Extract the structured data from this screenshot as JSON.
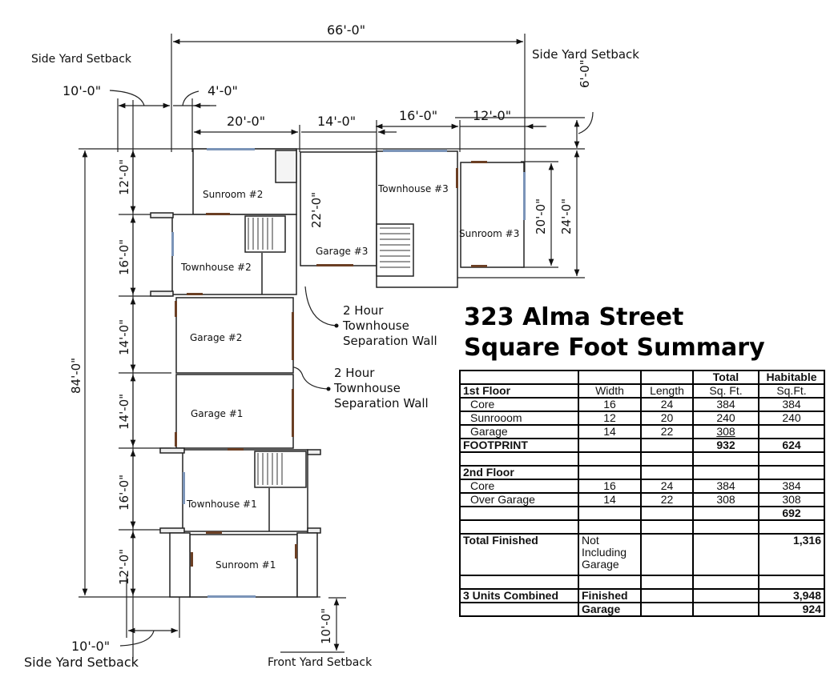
{
  "plan": {
    "dimensions": {
      "overall_width": "66'-0\"",
      "left_setback": "10'-0\"",
      "offset_4": "4'-0\"",
      "sunroom2_width": "20'-0\"",
      "garage3_width": "14'-0\"",
      "townhouse3_width": "16'-0\"",
      "sunroom3_width": "12'-0\"",
      "top_offset": "6'-0\"",
      "garage3_depth": "22'-0\"",
      "sunroom3_depth": "20'-0\"",
      "townhouse3_depth": "24'-0\"",
      "overall_depth": "84'-0\"",
      "left_chain": [
        "12'-0\"",
        "16'-0\"",
        "14'-0\"",
        "14'-0\"",
        "16'-0\"",
        "12'-0\""
      ],
      "bottom_setback": "10'-0\"",
      "front_setback": "10'-0\""
    },
    "labels": {
      "side_yard_top_left": "Side Yard Setback",
      "side_yard_top_right": "Side Yard Setback",
      "side_yard_bottom": "Side Yard Setback",
      "front_yard": "Front Yard Setback"
    },
    "rooms": {
      "sunroom2": "Sunroom #2",
      "townhouse2": "Townhouse #2",
      "garage3": "Garage #3",
      "townhouse3": "Townhouse #3",
      "sunroom3": "Sunroom #3",
      "garage2": "Garage #2",
      "garage1": "Garage #1",
      "townhouse1": "Townhouse #1",
      "sunroom1": "Sunroom #1"
    },
    "callouts": [
      {
        "line1": "2 Hour",
        "line2": "Townhouse",
        "line3": "Separation Wall"
      },
      {
        "line1": "2 Hour",
        "line2": "Townhouse",
        "line3": "Separation Wall"
      }
    ]
  },
  "summary": {
    "title_line1": "323 Alma Street",
    "title_line2": "Square Foot Summary",
    "header": {
      "total": "Total",
      "habitable": "Habitable"
    },
    "first_floor": {
      "label": "1st Floor",
      "col_width": "Width",
      "col_length": "Length",
      "col_total": "Sq. Ft.",
      "col_habitable": "Sq.Ft.",
      "rows": [
        {
          "name": "Core",
          "width": "16",
          "length": "24",
          "total": "384",
          "habitable": "384"
        },
        {
          "name": "Sunrooom",
          "width": "12",
          "length": "20",
          "total": "240",
          "habitable": "240"
        },
        {
          "name": "Garage",
          "width": "14",
          "length": "22",
          "total": "308",
          "habitable": ""
        }
      ],
      "footprint_label": "FOOTPRINT",
      "footprint_total": "932",
      "footprint_habitable": "624"
    },
    "second_floor": {
      "label": "2nd Floor",
      "rows": [
        {
          "name": "Core",
          "width": "16",
          "length": "24",
          "total": "384",
          "habitable": "384"
        },
        {
          "name": "Over Garage",
          "width": "14",
          "length": "22",
          "total": "308",
          "habitable": "308"
        }
      ],
      "subtotal_habitable": "692"
    },
    "total_finished": {
      "label": "Total Finished",
      "note": "Not Including Garage",
      "value": "1,316"
    },
    "combined": {
      "label": "3 Units Combined",
      "finished_label": "Finished",
      "finished_value": "3,948",
      "garage_label": "Garage",
      "garage_value": "924"
    }
  }
}
